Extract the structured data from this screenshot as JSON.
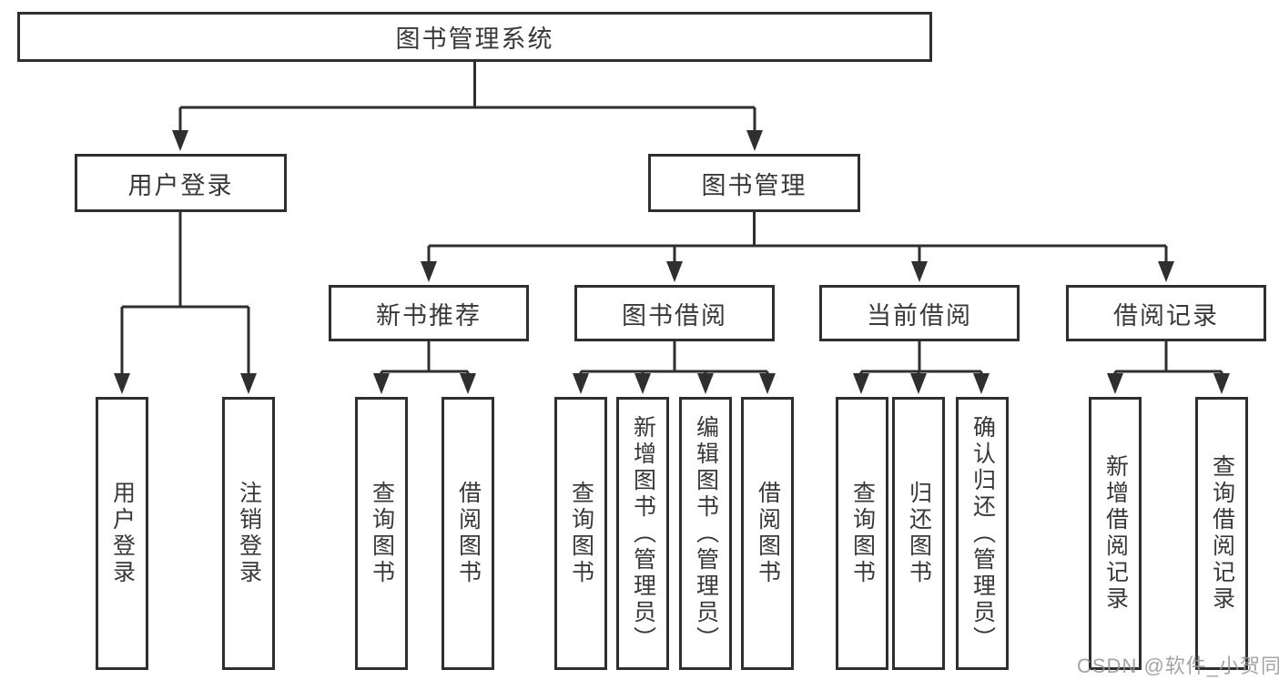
{
  "diagram": {
    "root": {
      "label": "图书管理系统"
    },
    "branches": [
      {
        "label": "用户登录",
        "children": [
          {
            "label": "用户登录"
          },
          {
            "label": "注销登录"
          }
        ]
      },
      {
        "label": "图书管理",
        "children": [
          {
            "label": "新书推荐",
            "children": [
              {
                "label": "查询图书"
              },
              {
                "label": "借阅图书"
              }
            ]
          },
          {
            "label": "图书借阅",
            "children": [
              {
                "label": "查询图书"
              },
              {
                "label": "新增图书（管理员）"
              },
              {
                "label": "编辑图书（管理员）"
              },
              {
                "label": "借阅图书"
              }
            ]
          },
          {
            "label": "当前借阅",
            "children": [
              {
                "label": "查询图书"
              },
              {
                "label": "归还图书"
              },
              {
                "label": "确认归还（管理员）"
              }
            ]
          },
          {
            "label": "借阅记录",
            "children": [
              {
                "label": "新增借阅记录"
              },
              {
                "label": "查询借阅记录"
              }
            ]
          }
        ]
      }
    ]
  },
  "watermark": {
    "text": "CSDN @软件_小贺同学"
  },
  "colors": {
    "line": "#2f2f2f",
    "box_border": "#2f2f2f",
    "box_fill": "#ffffff",
    "text": "#383838",
    "watermark": "#949494"
  }
}
